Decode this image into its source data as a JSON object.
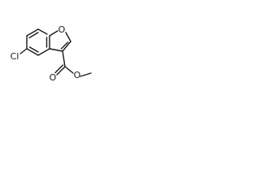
{
  "molecule": {
    "atoms": {
      "furan_oxygen": "O",
      "chlorine": "Cl",
      "carbonyl_oxygen": "O",
      "ester_oxygen": "O"
    }
  }
}
